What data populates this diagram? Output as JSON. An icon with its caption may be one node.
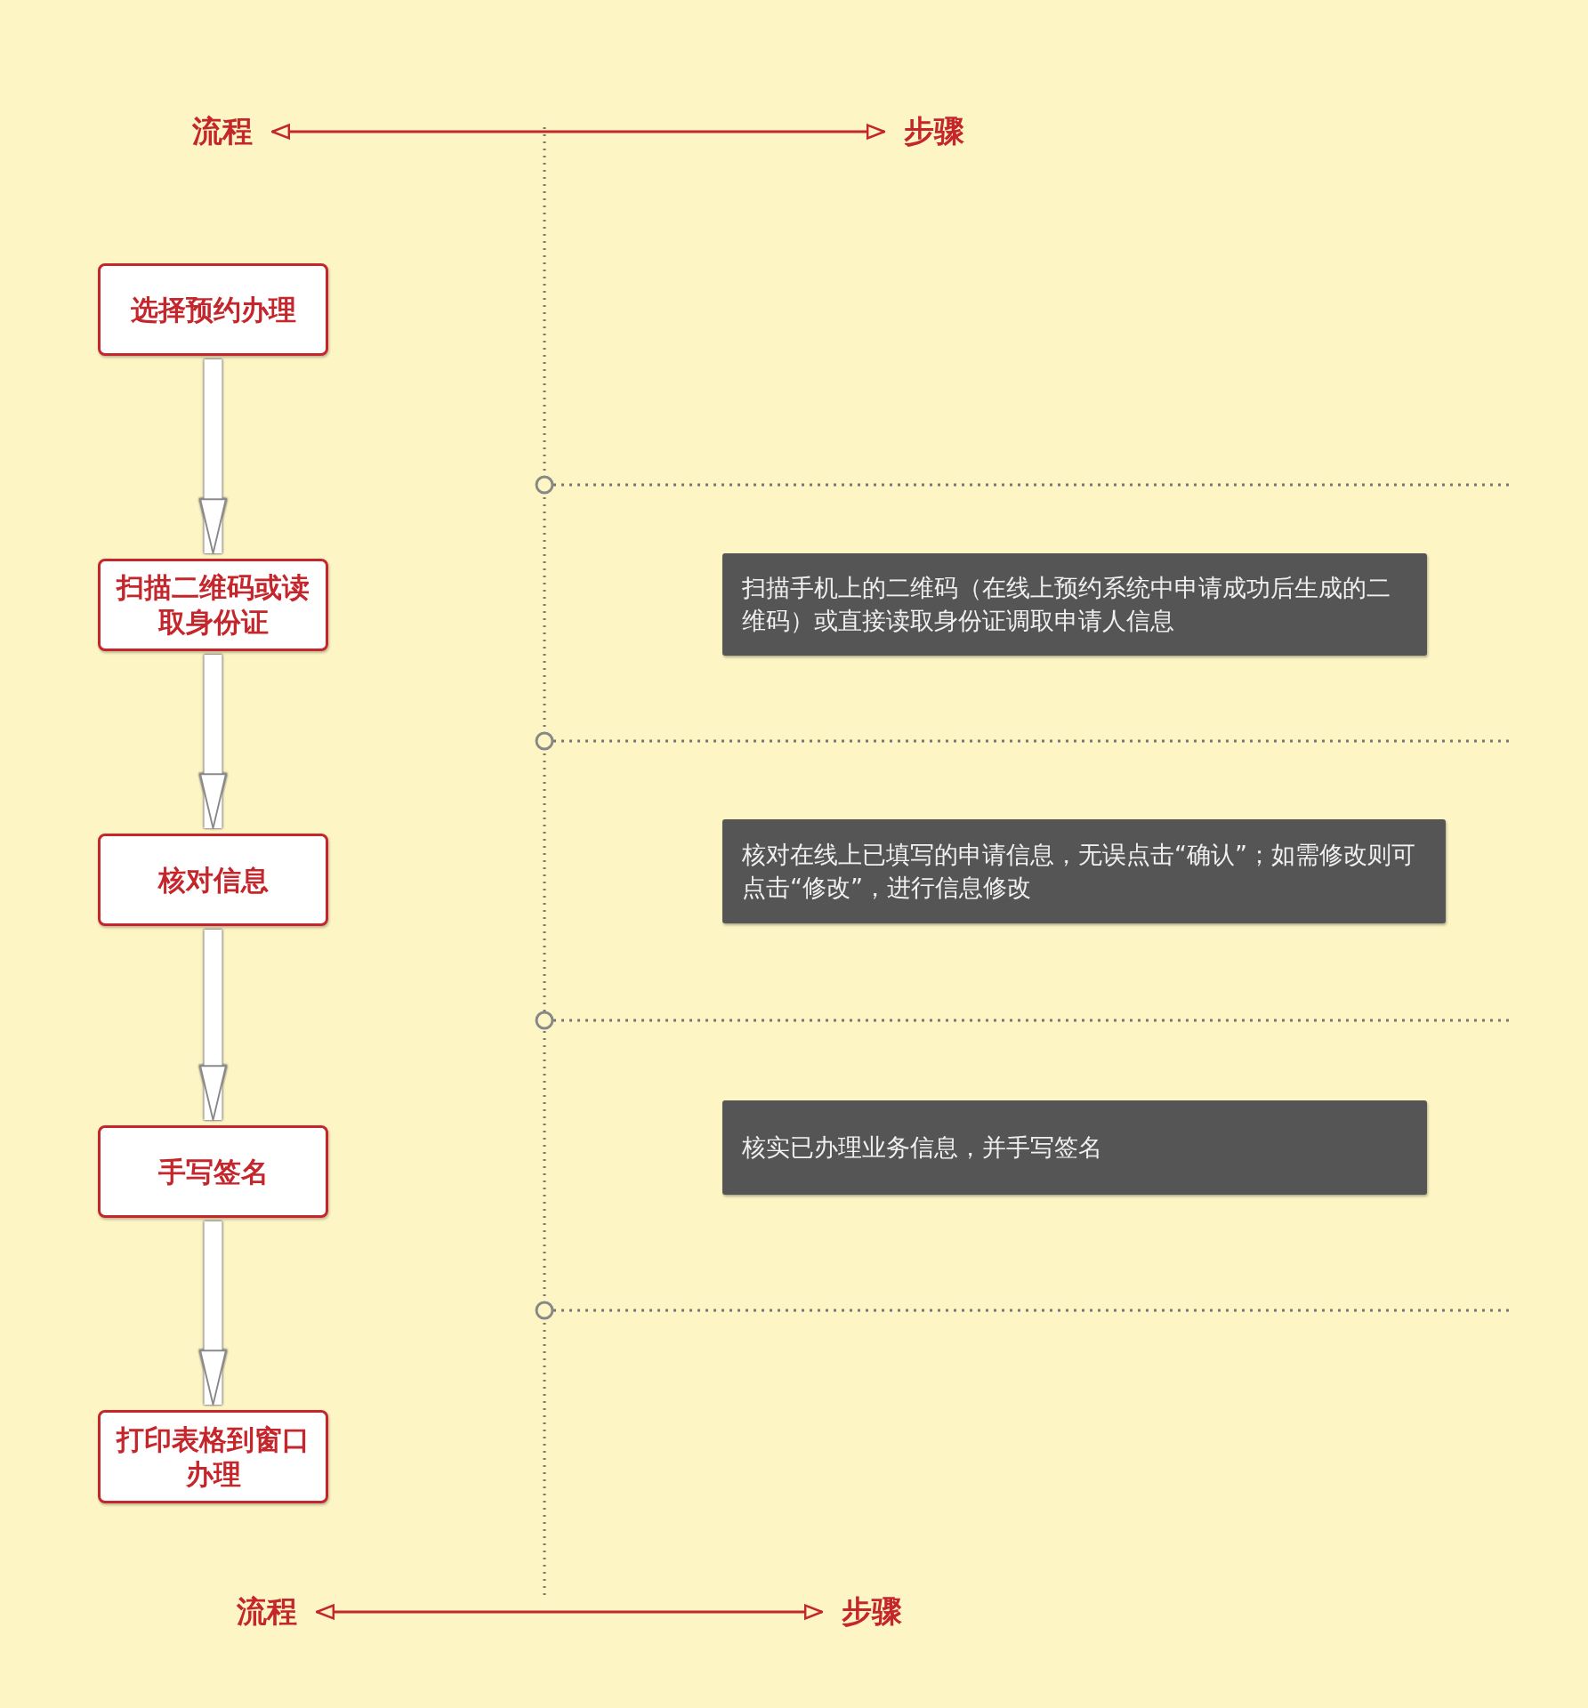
{
  "diagram": {
    "nodes": [
      {
        "text": [
          "流程"
        ]
      },
      {
        "text": [
          "步骤"
        ]
      },
      {
        "text": [
          "选择预约办理"
        ]
      },
      {
        "text": [
          "扫描二维码或读取身份证"
        ]
      },
      {
        "text": [
          "核对信息"
        ]
      },
      {
        "text": [
          "手写签名"
        ]
      },
      {
        "text": [
          "打印表格到窗口办理"
        ]
      },
      {
        "text": [
          "扫描手机上的二维码（在线上预约系统中申请成功后生成的二维码）或直接读取身份证调取申请人信息"
        ]
      },
      {
        "text": [
          "核对在线上已填写的申请信息，无误点击“确认”；如需修改则可点击“修改”，进行信息修改"
        ]
      },
      {
        "text": [
          "核实已办理业务信息，并手写签名"
        ]
      },
      {
        "text": [
          "流程"
        ]
      },
      {
        "text": [
          "步骤"
        ]
      }
    ],
    "edges": [
      {
        "from": 0,
        "to": 1,
        "arrow": "both",
        "color": "#c4262c"
      },
      {
        "from": 2,
        "to": 3,
        "arrow": "to"
      },
      {
        "from": 3,
        "to": 4,
        "arrow": "to"
      },
      {
        "from": 4,
        "to": 5,
        "arrow": "to"
      },
      {
        "from": 5,
        "to": 6,
        "arrow": "to"
      },
      {
        "from": 10,
        "to": 11,
        "arrow": "both",
        "color": "#c4262c"
      }
    ]
  }
}
